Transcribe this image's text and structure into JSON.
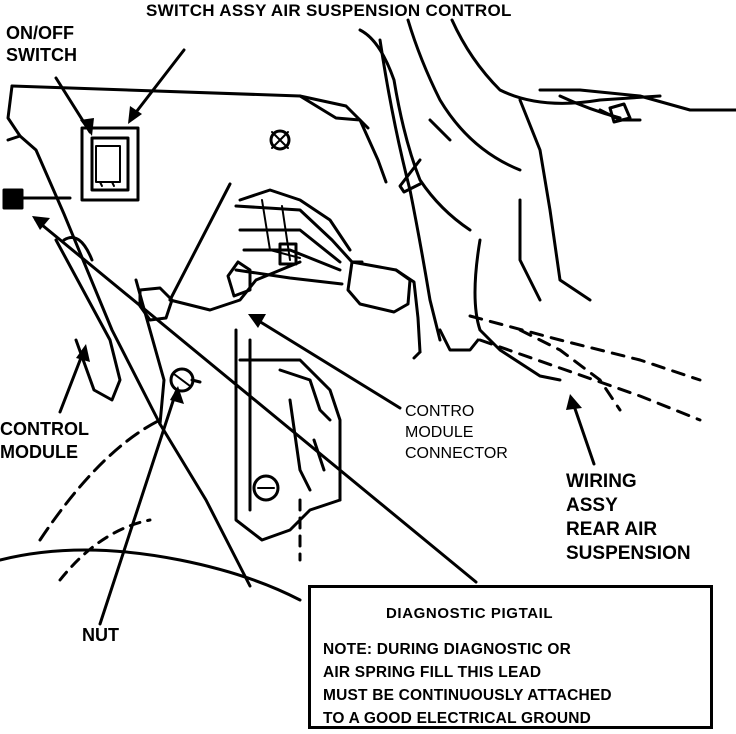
{
  "title": "SWITCH ASSY AIR SUSPENSION CONTROL",
  "labels": {
    "onoff_switch": [
      "ON/OFF",
      "SWITCH"
    ],
    "control_module": [
      "CONTROL",
      "MODULE"
    ],
    "nut": "NUT",
    "module_connector": [
      "CONTRO",
      "MODULE",
      "CONNECTOR"
    ],
    "wiring_assy": [
      "WIRING",
      "ASSY",
      "REAR AIR",
      "SUSPENSION"
    ]
  },
  "note_box": {
    "heading": "DIAGNOSTIC PIGTAIL",
    "lines": [
      "NOTE: DURING DIAGNOSTIC OR",
      "AIR SPRING FILL THIS LEAD",
      "MUST BE CONTINUOUSLY ATTACHED",
      "TO A GOOD ELECTRICAL GROUND"
    ]
  }
}
